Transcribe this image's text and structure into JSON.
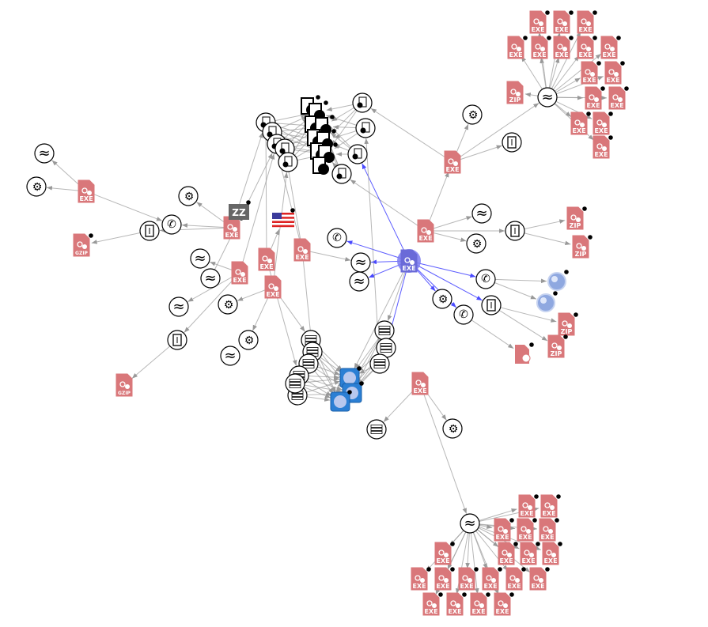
{
  "graph": {
    "labels": {
      "exe": "EXE",
      "zip": "ZIP",
      "gzip": "GZIP",
      "zz": "ZZ"
    },
    "colors": {
      "file": "#d9777a",
      "edge": "#999999",
      "highlight_edge": "#4a4aff",
      "selected": "#7b7bf0",
      "dot": "#000000"
    },
    "node_types": [
      "exe",
      "zip",
      "gzip",
      "gear",
      "waves",
      "phone",
      "doc-file",
      "globe",
      "web-doc",
      "document",
      "doc-stack",
      "server",
      "blue-app",
      "flag",
      "zz"
    ]
  }
}
